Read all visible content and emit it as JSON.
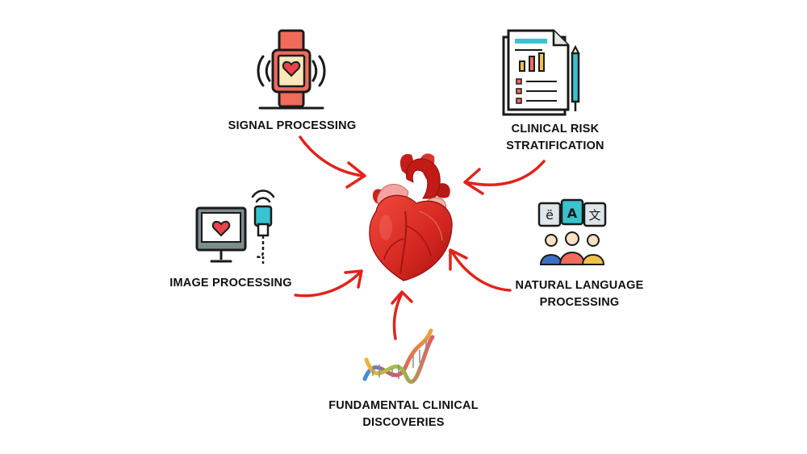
{
  "nodes": {
    "signal": {
      "lines": [
        "SIGNAL PROCESSING"
      ],
      "icon": "smartwatch-icon"
    },
    "risk": {
      "lines": [
        "CLINICAL RISK",
        "STRATIFICATION"
      ],
      "icon": "report-icon"
    },
    "image": {
      "lines": [
        "IMAGE PROCESSING"
      ],
      "icon": "ultrasound-monitor-icon"
    },
    "nlp": {
      "lines": [
        "NATURAL LANGUAGE",
        "PROCESSING"
      ],
      "icon": "translation-people-icon"
    },
    "fundamental": {
      "lines": [
        "FUNDAMENTAL CLINICAL",
        "DISCOVERIES"
      ],
      "icon": "dna-icon"
    }
  },
  "center": {
    "icon": "heart-icon"
  },
  "colors": {
    "arrow": "#e0241c",
    "heart": "#d92a23",
    "text": "#111111"
  }
}
